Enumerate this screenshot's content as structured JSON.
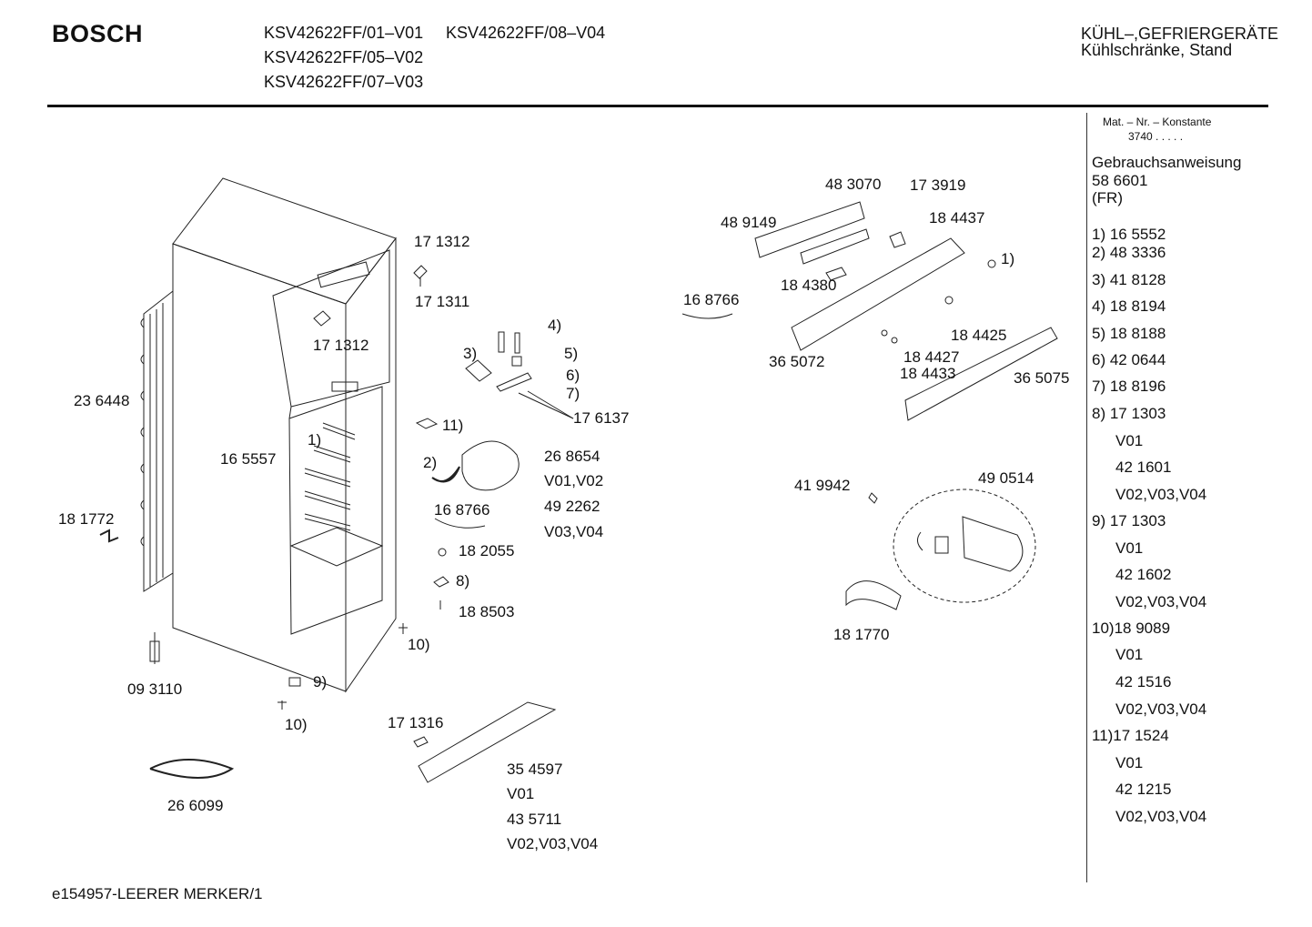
{
  "header": {
    "brand": "BOSCH",
    "models": [
      "KSV42622FF/01–V01",
      "KSV42622FF/08–V04",
      "KSV42622FF/05–V02",
      "KSV42622FF/07–V03"
    ],
    "category_line1": "KÜHL–,GEFRIERGERÄTE",
    "category_line2": "Kühlschränke, Stand"
  },
  "sidebar": {
    "mat_label": "Mat. – Nr. – Konstante",
    "mat_value": "3740  .  .  .  .  .",
    "manual_title": "Gebrauchsanweisung",
    "manual_number": "58 6601",
    "manual_lang": "(FR)",
    "parts": [
      "1) 16 5552",
      "2) 48 3336",
      "3) 41 8128",
      "4) 18 8194",
      "5) 18 8188",
      "6) 42 0644",
      "7) 18 8196",
      "8) 17 1303",
      "V01",
      "42 1601",
      "V02,V03,V04",
      "9) 17 1303",
      "V01",
      "42 1602",
      "V02,V03,V04",
      "10)18 9089",
      "V01",
      "42 1516",
      "V02,V03,V04",
      "11)17 1524",
      "V01",
      "42 1215",
      "V02,V03,V04"
    ]
  },
  "labels": [
    "17 1312",
    "17 1311",
    "17 1312",
    "23 6448",
    "16 5557",
    "1)",
    "18 1772",
    "09 3110",
    "9)",
    "10)",
    "10)",
    "26 6099",
    "4)",
    "3)",
    "5)",
    "6)",
    "7)",
    "17 6137",
    "11)",
    "2)",
    "26 8654",
    "V01,V02",
    "49 2262",
    "V03,V04",
    "16 8766",
    "18 2055",
    "8)",
    "18 8503",
    "17 1316",
    "35 4597",
    "V01",
    "43 5711",
    "V02,V03,V04",
    "48 3070",
    "17 3919",
    "48 9149",
    "18 4437",
    "1)",
    "16 8766",
    "18 4380",
    "18 4425",
    "36 5072",
    "18 4427",
    "18 4433",
    "36 5075",
    "41 9942",
    "49 0514",
    "18 1770"
  ],
  "footer": "e154957-LEERER MERKER/1"
}
